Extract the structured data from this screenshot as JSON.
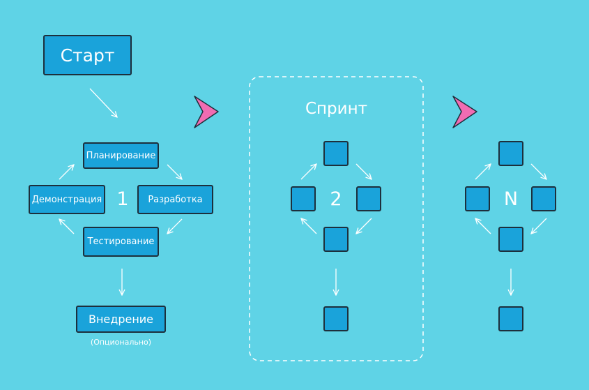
{
  "start": "Старт",
  "sprint1": {
    "planning": "Планирование",
    "demo": "Демонстрация",
    "development": "Разработка",
    "testing": "Тестирование",
    "number": "1"
  },
  "deploy": {
    "label": "Внедрение",
    "note": "(Опционально)"
  },
  "sprint2": {
    "title": "Спринт",
    "number": "2"
  },
  "sprintN": {
    "number": "N"
  },
  "colors": {
    "background": "#5fd3e6",
    "box_fill": "#1aa3da",
    "box_border": "#1d2f3c",
    "chevron": "#f06cb2",
    "arrow": "#ffffff"
  }
}
